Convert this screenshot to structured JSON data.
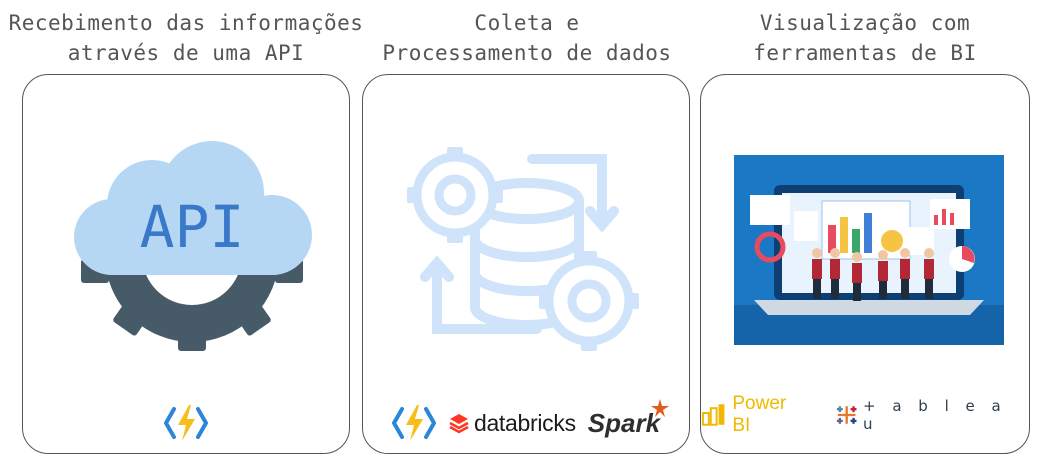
{
  "steps": [
    {
      "title_line1": "Recebimento das informações",
      "title_line2": "através de uma API",
      "icon_text": "API",
      "logos": [
        "azure-functions"
      ]
    },
    {
      "title_line1": "Coleta e",
      "title_line2": "Processamento de dados",
      "logos": [
        "azure-functions",
        "databricks",
        "spark"
      ],
      "databricks_label": "databricks",
      "spark_label": "Spark"
    },
    {
      "title_line1": "Visualização com",
      "title_line2": "ferramentas de BI",
      "logos": [
        "power-bi",
        "tableau"
      ],
      "powerbi_label": "Power BI",
      "tableau_label": "+ a b l e a u"
    }
  ],
  "colors": {
    "light_blue": "#cfe3fb",
    "cloud_blue": "#b6d7f4",
    "api_text": "#3a79c9",
    "gear_dark": "#475a68",
    "border": "#555555",
    "bi_bg": "#1a78c4"
  }
}
